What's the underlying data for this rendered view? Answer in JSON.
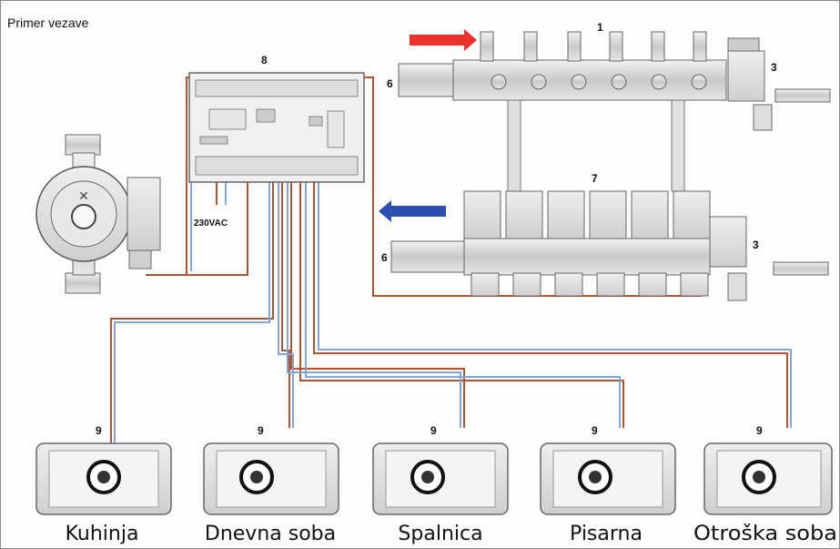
{
  "title": "Primer vezave",
  "labels": {
    "manifold_top": "1",
    "controller": "8",
    "valve_top": "3",
    "valve_bottom": "3",
    "ball_valve_top": "6",
    "ball_valve_bottom": "6",
    "actuators": "7",
    "voltage": "230VAC"
  },
  "rooms": [
    {
      "number": "9",
      "name": "Kuhinja"
    },
    {
      "number": "9",
      "name": "Dnevna soba"
    },
    {
      "number": "9",
      "name": "Spalnica"
    },
    {
      "number": "9",
      "name": "Pisarna"
    },
    {
      "number": "9",
      "name": "Otroška soba"
    }
  ],
  "colors": {
    "supply_arrow": "#e8322a",
    "return_arrow": "#2b4fb0",
    "power_wire": "#b5532f",
    "signal_wire": "#7fa8d8",
    "device_gray": "#d9d9d9"
  }
}
